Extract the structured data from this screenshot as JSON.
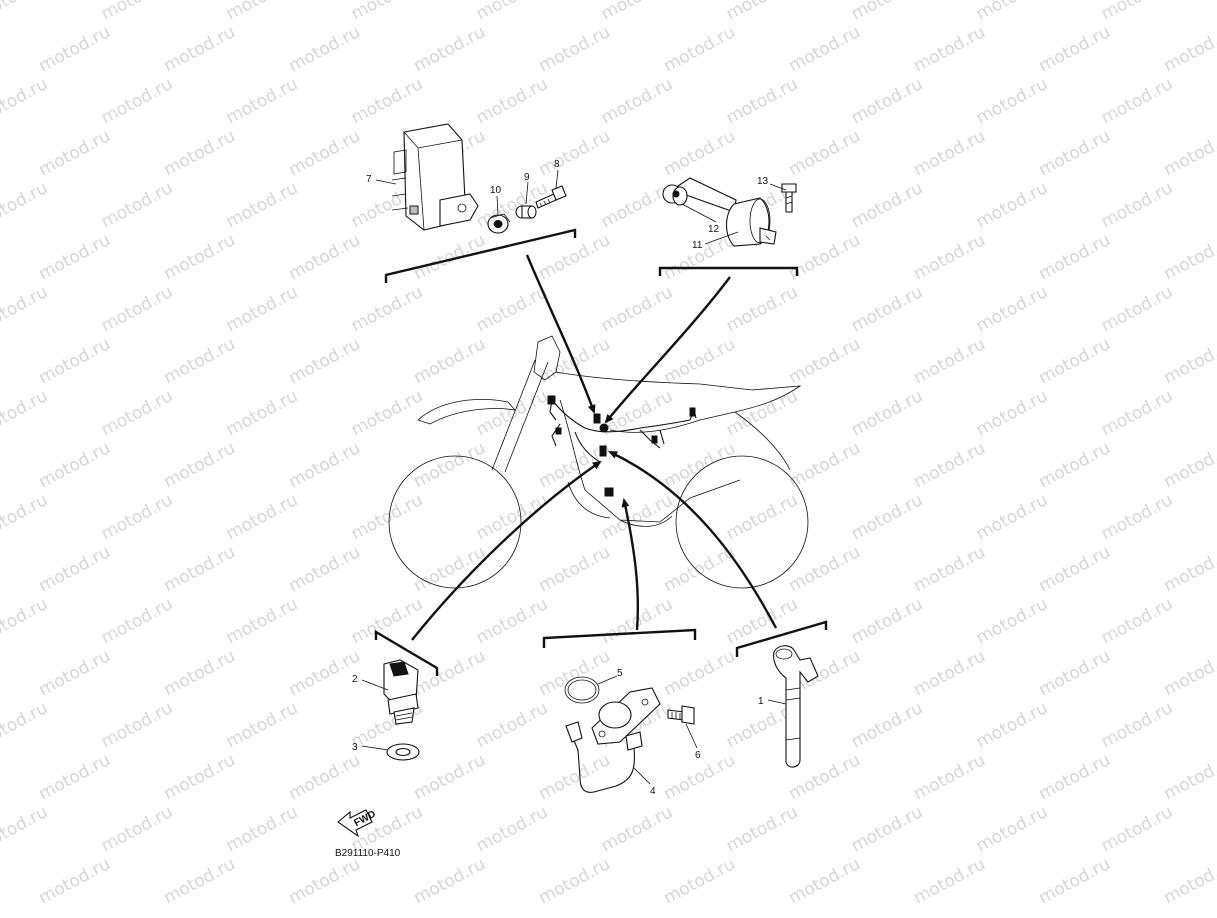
{
  "watermark": {
    "text": "motod.ru",
    "color": "#d6d6d6"
  },
  "diagram": {
    "code": "B291110-P410",
    "fwd_label": "FWD",
    "callouts": {
      "c1": "1",
      "c2": "2",
      "c3": "3",
      "c4": "4",
      "c5": "5",
      "c6": "6",
      "c7": "7",
      "c8": "8",
      "c9": "9",
      "c10": "10",
      "c11": "11",
      "c12": "12",
      "c13": "13"
    }
  }
}
